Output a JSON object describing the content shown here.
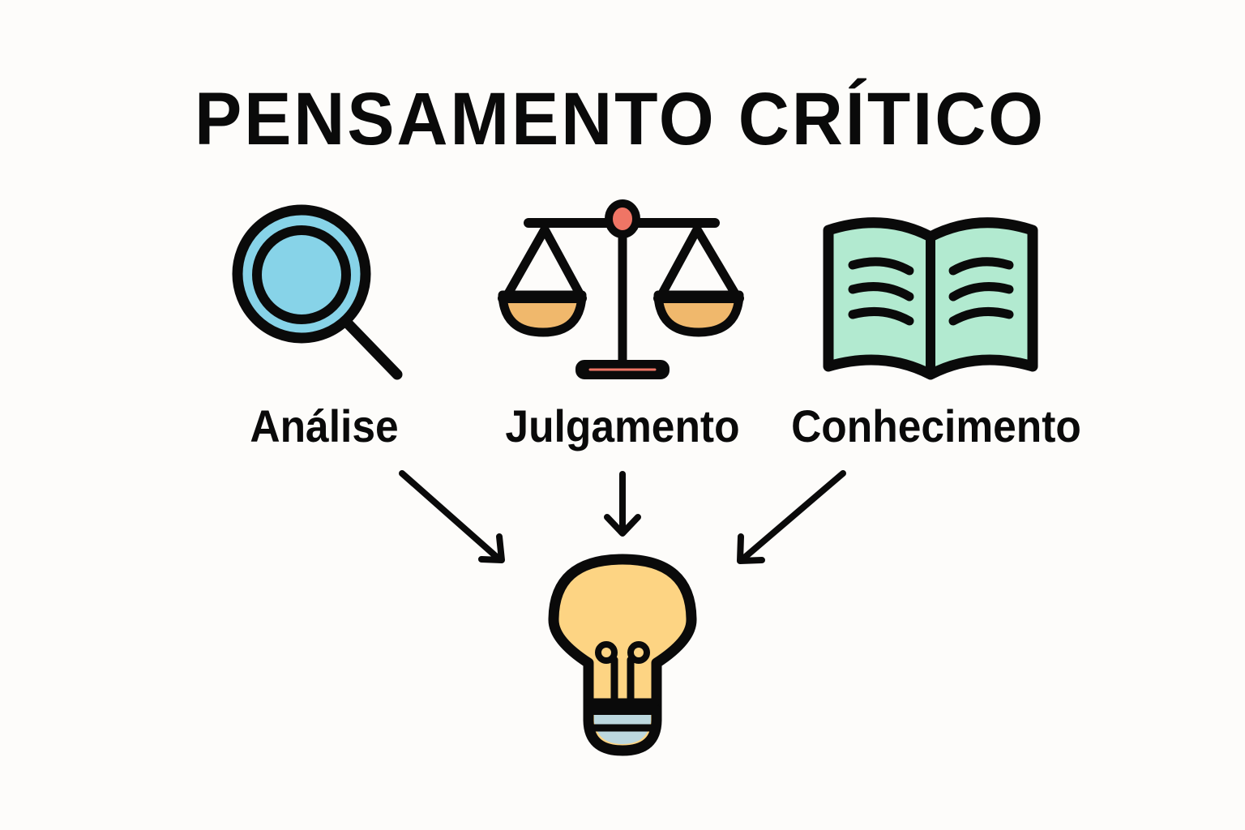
{
  "title": "PENSAMENTO CRÍTICO",
  "concepts": [
    {
      "label": "Análise",
      "icon": "magnifying-glass-icon",
      "color": "#87d3e8"
    },
    {
      "label": "Julgamento",
      "icon": "balance-scale-icon",
      "color": "#f0b86c",
      "accent": "#ef7565"
    },
    {
      "label": "Conhecimento",
      "icon": "open-book-icon",
      "color": "#b2ead0"
    }
  ],
  "result": {
    "icon": "lightbulb-icon",
    "color": "#fdd483",
    "base_color": "#bcd8df"
  },
  "colors": {
    "background": "#fdfcfa",
    "stroke": "#0a0a0a"
  }
}
